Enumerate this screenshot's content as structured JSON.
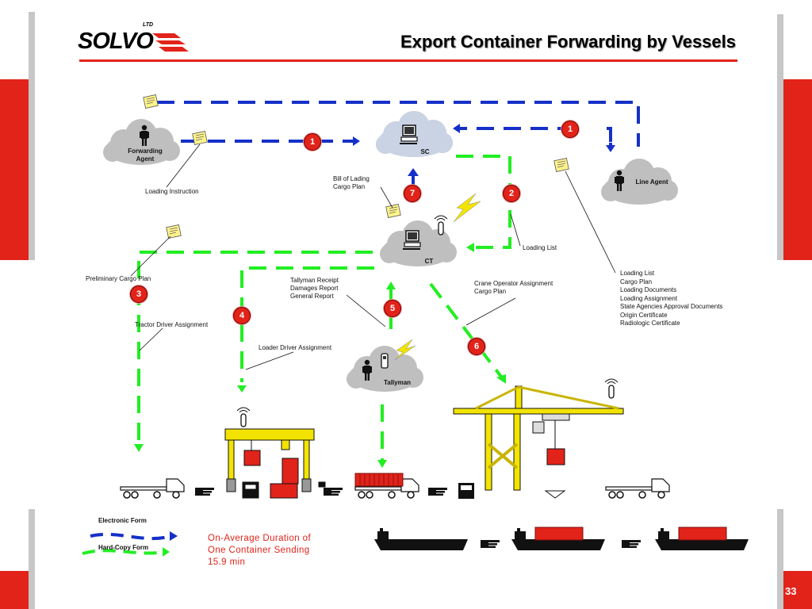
{
  "header": {
    "logo_text": "SOLVO",
    "logo_ltd": "LTD",
    "title": "Export Container Forwarding by Vessels",
    "brand_color": "#e2231a"
  },
  "clouds": {
    "forwarding_agent": "Forwarding Agent",
    "sc": "SC",
    "line_agent": "Line Agent",
    "ct": "CT",
    "tallyman": "Tallyman"
  },
  "steps": [
    "1",
    "1",
    "2",
    "3",
    "4",
    "5",
    "6",
    "7"
  ],
  "labels": {
    "loading_instruction": "Loading Instruction",
    "bill_of_lading": [
      "Bill of Lading",
      "Cargo Plan"
    ],
    "loading_list": "Loading List",
    "preliminary_cargo_plan": "Preliminary Cargo Plan",
    "tractor_driver": "Tractor Driver Assignment",
    "tallyman_receipt": [
      "Tallyman Receipt",
      "Damages Report",
      "General Report"
    ],
    "crane_operator": [
      "Crane Operator Assignment",
      "Cargo Plan"
    ],
    "loader_driver": "Loader Driver Assignment",
    "line_agent_docs": [
      "Loading List",
      "Cargo Plan",
      "Loading Documents",
      "Loading Assignment",
      "State Agencies Approval Documents",
      "Origin Certificate",
      "Radiologic Certificate"
    ]
  },
  "legend": {
    "electronic": "Electronic Form",
    "hardcopy": "Hard-Copy Form",
    "electronic_color": "#1530c8",
    "hardcopy_color": "#22ee22"
  },
  "duration": [
    "On-Average Duration of",
    "One Container Sending",
    "15.9 min"
  ],
  "page_number": "33"
}
